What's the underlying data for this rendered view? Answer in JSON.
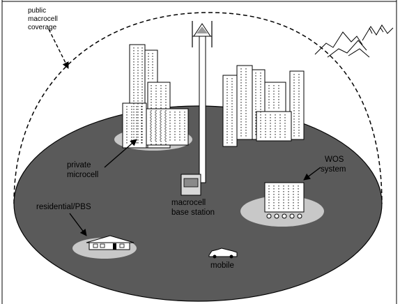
{
  "labels": {
    "public_macrocell": [
      "public",
      "macrocell",
      "coverage"
    ],
    "private_microcell": [
      "private",
      "microcell"
    ],
    "residential_pbs": "residential/PBS",
    "macrocell_base_station": [
      "macrocell",
      "base station"
    ],
    "wos_system": [
      "WOS",
      "system"
    ],
    "mobile": "mobile"
  },
  "colors": {
    "ground": "#5a5a5a",
    "pad": "#c8c8c8",
    "building": "#ffffff",
    "ink": "#000000"
  },
  "icons": [
    "mountain-range-icon",
    "antenna-tower-icon",
    "car-icon",
    "house-icon",
    "building-icon"
  ]
}
